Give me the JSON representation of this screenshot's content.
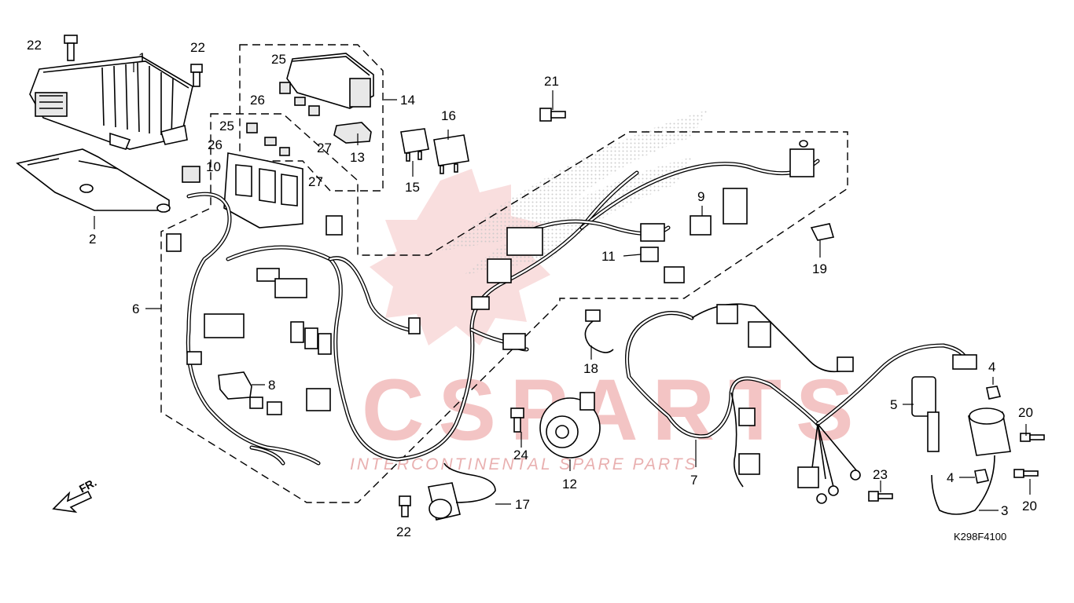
{
  "diagram": {
    "callouts": [
      {
        "id": "c1",
        "text": "1"
      },
      {
        "id": "c2",
        "text": "2"
      },
      {
        "id": "c3",
        "text": "3"
      },
      {
        "id": "c4a",
        "text": "4"
      },
      {
        "id": "c4b",
        "text": "4"
      },
      {
        "id": "c5",
        "text": "5"
      },
      {
        "id": "c6",
        "text": "6"
      },
      {
        "id": "c7",
        "text": "7"
      },
      {
        "id": "c8",
        "text": "8"
      },
      {
        "id": "c9",
        "text": "9"
      },
      {
        "id": "c10",
        "text": "10"
      },
      {
        "id": "c11",
        "text": "11"
      },
      {
        "id": "c12",
        "text": "12"
      },
      {
        "id": "c13",
        "text": "13"
      },
      {
        "id": "c14",
        "text": "14"
      },
      {
        "id": "c15",
        "text": "15"
      },
      {
        "id": "c16",
        "text": "16"
      },
      {
        "id": "c17",
        "text": "17"
      },
      {
        "id": "c18",
        "text": "18"
      },
      {
        "id": "c19",
        "text": "19"
      },
      {
        "id": "c20a",
        "text": "20"
      },
      {
        "id": "c20b",
        "text": "20"
      },
      {
        "id": "c21",
        "text": "21"
      },
      {
        "id": "c22a",
        "text": "22"
      },
      {
        "id": "c22b",
        "text": "22"
      },
      {
        "id": "c22c",
        "text": "22"
      },
      {
        "id": "c23",
        "text": "23"
      },
      {
        "id": "c24",
        "text": "24"
      },
      {
        "id": "c25a",
        "text": "25"
      },
      {
        "id": "c25b",
        "text": "25"
      },
      {
        "id": "c26a",
        "text": "26"
      },
      {
        "id": "c26b",
        "text": "26"
      },
      {
        "id": "c27a",
        "text": "27"
      },
      {
        "id": "c27b",
        "text": "27"
      }
    ],
    "direction_label": "FR.",
    "drawing_code": "K298F4100"
  },
  "watermark": {
    "brand": "CSPARTS",
    "tagline": "INTERCONTINENTAL SPARE PARTS",
    "color": "#e25555"
  }
}
